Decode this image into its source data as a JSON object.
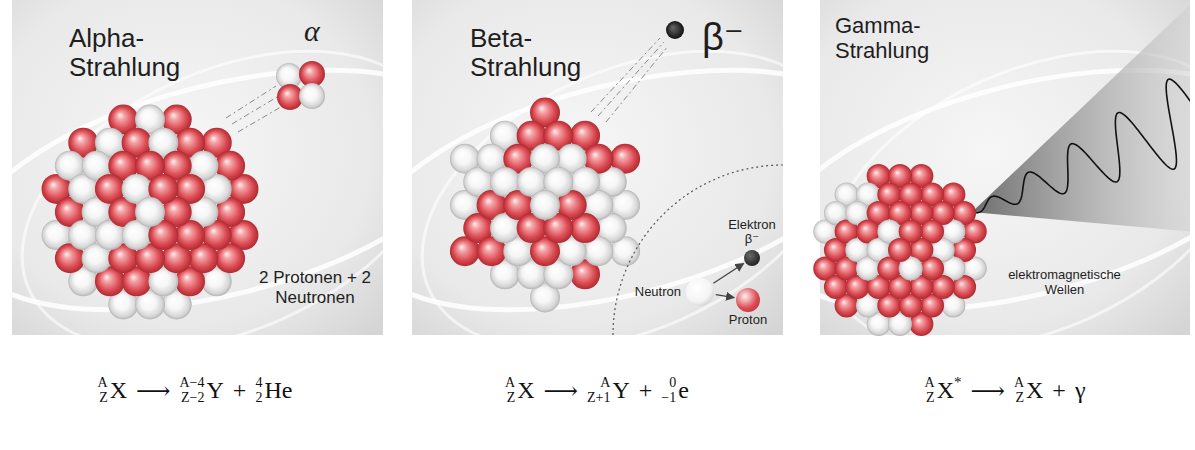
{
  "diagram": {
    "nodes": [
      {
        "text": [
          "Alpha-Strahlung"
        ]
      },
      {
        "text": [
          "Beta-Strahlung"
        ]
      },
      {
        "text": [
          "Gamma-Strahlung"
        ]
      },
      {
        "text": [
          "Neutron"
        ],
        "in": 1
      },
      {
        "text": [
          "Elektron β⁻"
        ],
        "in": 1
      },
      {
        "text": [
          "Proton"
        ],
        "in": 1
      }
    ],
    "edges": [
      {
        "from": 3,
        "to": 4,
        "arrow": "to"
      },
      {
        "from": 3,
        "to": 5,
        "arrow": "to"
      }
    ],
    "labels": [
      "α",
      "2 Protonen + 2 Neutronen",
      "β⁻",
      "elektromagnetische Wellen",
      "A",
      "Z",
      "X",
      "⟶",
      "A−4",
      "Z−2",
      "Y",
      "+",
      "4",
      "2",
      "He",
      "A",
      "Z",
      "X",
      "⟶",
      "A",
      "Z+1",
      "Y",
      "+",
      "0",
      "−1",
      "e",
      "A",
      "Z",
      "X",
      "*",
      "⟶",
      "A",
      "Z",
      "X",
      "+",
      "γ"
    ]
  }
}
